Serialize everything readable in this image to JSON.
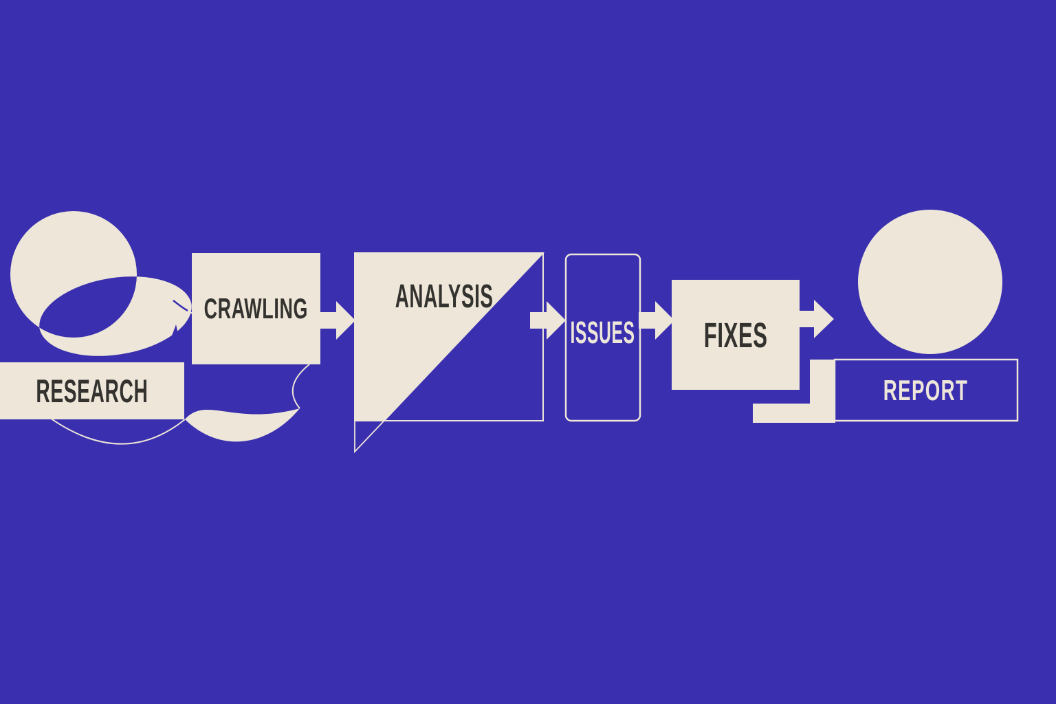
{
  "diagram": {
    "type": "flowchart",
    "background_color": "#3A2FAE",
    "shape_color": "#EDE6D9",
    "ink_color": "#34322E",
    "stages": [
      {
        "id": "research",
        "label": "RESEARCH"
      },
      {
        "id": "crawling",
        "label": "CRAWLING"
      },
      {
        "id": "analysis",
        "label": "ANALYSIS"
      },
      {
        "id": "issues",
        "label": "ISSUES"
      },
      {
        "id": "fixes",
        "label": "FIXES"
      },
      {
        "id": "report",
        "label": "REPORT"
      }
    ],
    "icons": {
      "flow_arrow": "arrow-right"
    }
  }
}
